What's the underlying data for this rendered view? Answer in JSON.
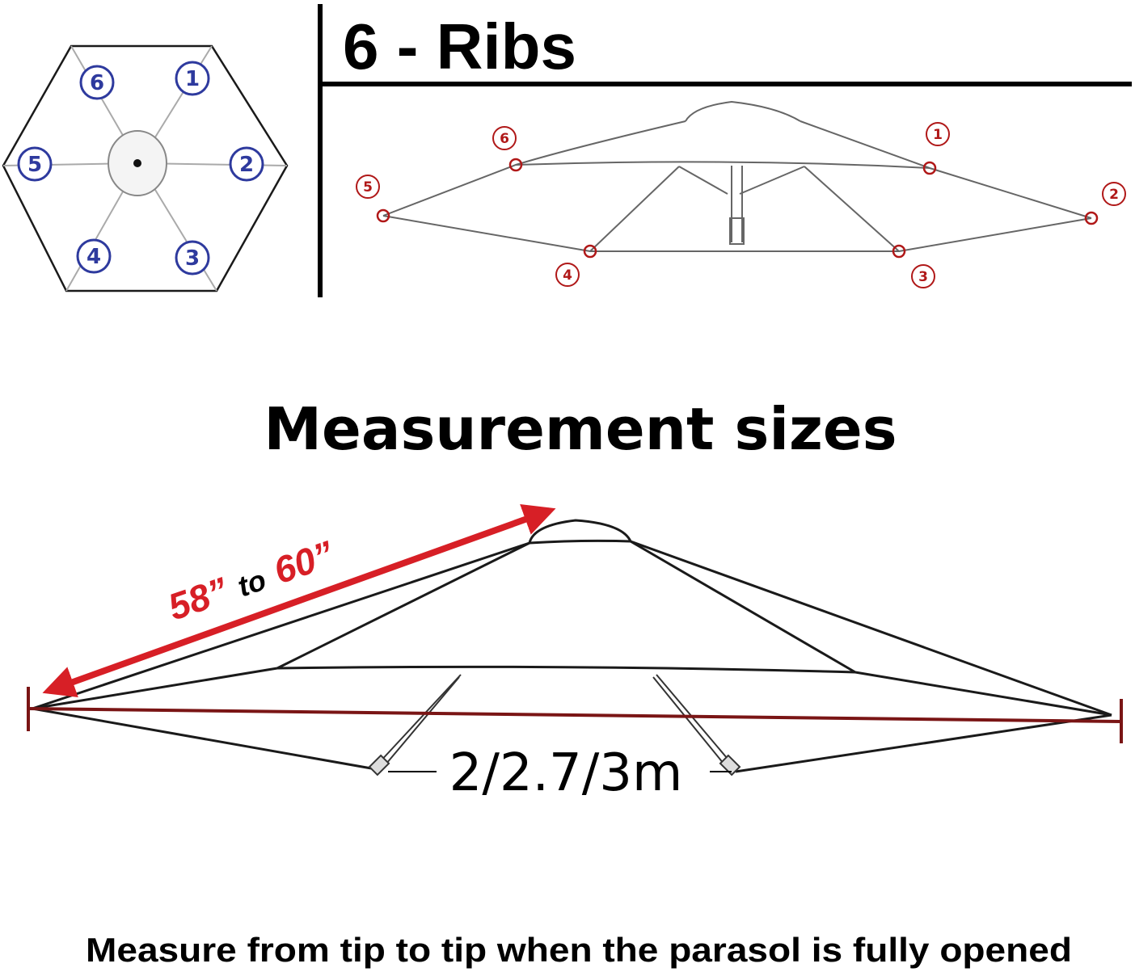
{
  "header": {
    "title": "6 - Ribs"
  },
  "top_view": {
    "rib_labels": [
      "1",
      "2",
      "3",
      "4",
      "5",
      "6"
    ],
    "label_color": "#2e3a9e"
  },
  "side_view": {
    "rib_labels": [
      "1",
      "2",
      "3",
      "4",
      "5",
      "6"
    ],
    "label_color": "#b01818"
  },
  "measurement": {
    "title": "Measurement sizes",
    "rib_length_from": "58”",
    "rib_length_to_word": "to",
    "rib_length_to": "60”",
    "diameter": "2/2.7/3m",
    "arrow_color": "#d71f26",
    "diameter_line_color": "#7a1515"
  },
  "footer": {
    "note": "Measure from tip to tip when the parasol is fully opened"
  }
}
